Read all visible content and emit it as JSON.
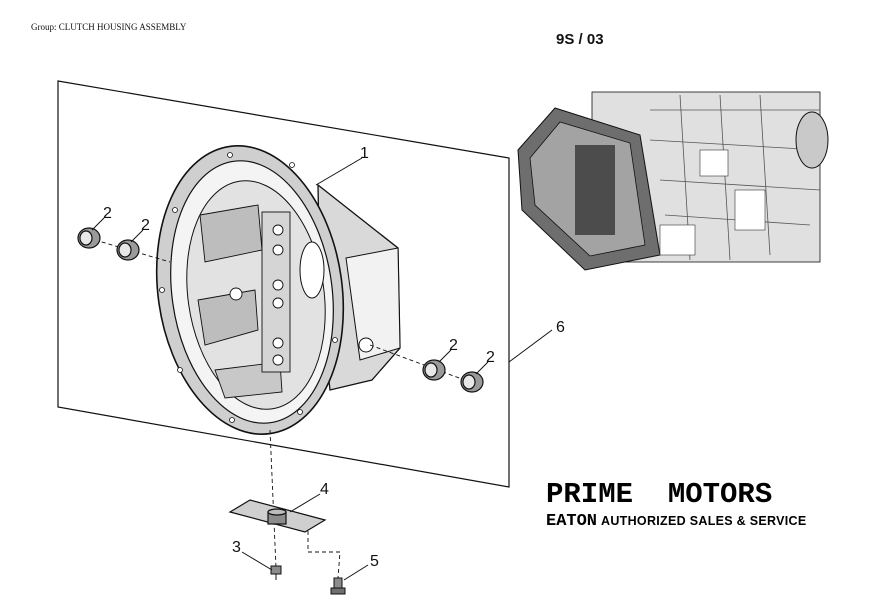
{
  "header": {
    "group_label": "Group: CLUTCH HOUSING ASSEMBLY",
    "model_code": "9S / 03"
  },
  "callouts": {
    "housing": "1",
    "plug_upper_left_a": "2",
    "plug_upper_left_b": "2",
    "plug_lower_right_a": "2",
    "plug_lower_right_b": "2",
    "bolt": "3",
    "cover_plate": "4",
    "screw": "5",
    "assembly": "6"
  },
  "branding": {
    "name": "PRIME  MOTORS",
    "eaton": "EATON",
    "authorized": "AUTHORIZED SALES & SERVICE"
  }
}
